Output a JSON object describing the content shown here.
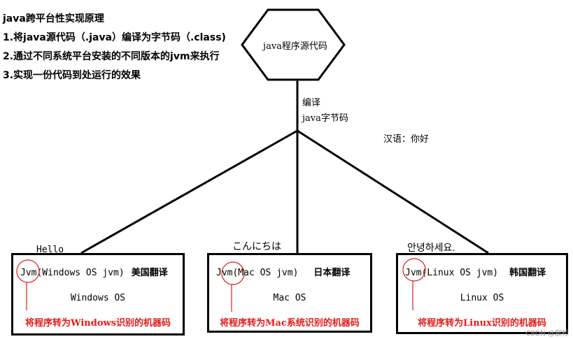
{
  "notes": {
    "title": "java跨平台性实现原理",
    "items": [
      "1.将java源代码（.java）编译为字节码（.class)",
      "2.通过不同系统平台安装的不同版本的jvm来执行",
      "3.实现一份代码到处运行的效果"
    ]
  },
  "source": {
    "label": "java程序源代码"
  },
  "compile": {
    "label": "编译",
    "bytecode": "java字节码"
  },
  "chinese_greeting": "汉语：你好",
  "greetings": {
    "english": "Hello",
    "japanese": "こんにちは",
    "korean": "안녕하세요."
  },
  "platforms": [
    {
      "jvm": "Jvm(Windows OS jvm)",
      "translation": "美国翻译",
      "os": "Windows OS",
      "note": "将程序转为Windows识别的机器码"
    },
    {
      "jvm": "Jvm(Mac OS jvm)",
      "translation": "日本翻译",
      "os": "Mac OS",
      "note": "将程序转为Mac系统识别的机器码"
    },
    {
      "jvm": "Jvm(Linux OS jvm)",
      "translation": "韩国翻译",
      "os": "Linux OS",
      "note": "将程序转为Linux识别的机器码"
    }
  ],
  "watermark": "CSDN @宸杉",
  "colors": {
    "annotation_red": "#e21b1b",
    "line": "#000000"
  }
}
